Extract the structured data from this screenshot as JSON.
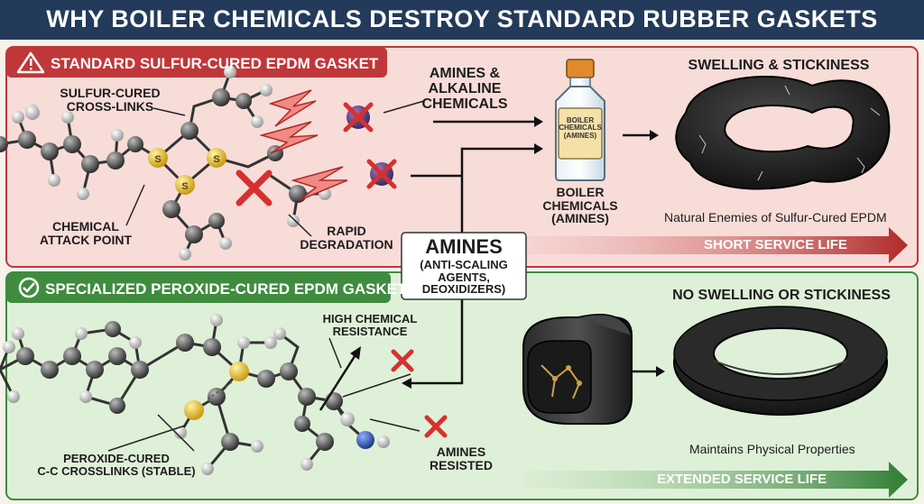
{
  "title": "WHY BOILER CHEMICALS DESTROY STANDARD RUBBER GASKETS",
  "top_panel": {
    "header": "STANDARD SULFUR-CURED EPDM GASKET",
    "crosslinks_label": "SULFUR-CURED\nCROSS-LINKS",
    "attack_label": "CHEMICAL\nATTACK POINT",
    "degradation_label": "RAPID\nDEGRADATION",
    "amines_label": "AMINES &\nALKALINE\nCHEMICALS",
    "bottle_label": "BOILER\nCHEMICALS\n(AMINES)",
    "bottle_caption": "BOILER\nCHEMICALS\n(AMINES)",
    "result_title": "SWELLING & STICKINESS",
    "result_caption": "Natural Enemies of Sulfur-Cured EPDM",
    "life_label": "SHORT SERVICE LIFE",
    "atom_symbol": "S"
  },
  "center": {
    "title": "AMINES",
    "subtitle": "(ANTI-SCALING\nAGENTS,\nDEOXIDIZERS)"
  },
  "bottom_panel": {
    "header": "SPECIALIZED PEROXIDE-CURED EPDM GASKET",
    "resistance_label": "HIGH CHEMICAL\nRESISTANCE",
    "crosslinks_label": "PEROXIDE-CURED\nC-C CROSSLINKS (STABLE)",
    "resisted_label": "AMINES\nRESISTED",
    "result_title": "NO SWELLING OR STICKINESS",
    "result_caption": "Maintains Physical Properties",
    "life_label": "EXTENDED SERVICE LIFE"
  },
  "colors": {
    "title_bar": "#243a5a",
    "top_panel_bg": "#f8dcd8",
    "top_accent": "#c0373a",
    "bottom_panel_bg": "#dff0d8",
    "bottom_accent": "#3f8c3f",
    "sulfur": "#e6c12b",
    "cross": "#d63030"
  },
  "icons": [
    "warning-icon",
    "check-circle-icon",
    "x-mark-icon",
    "arrow-icon",
    "lightning-icon",
    "bottle-icon",
    "gasket-icon"
  ]
}
